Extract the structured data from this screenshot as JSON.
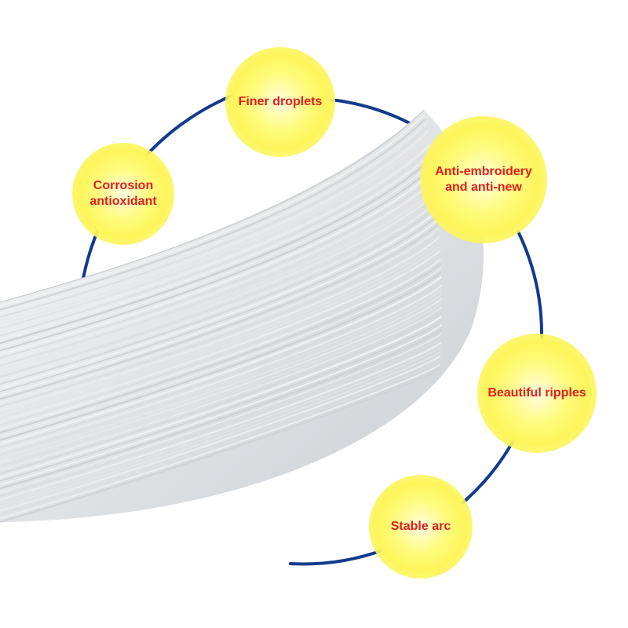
{
  "image": {
    "subject": "coil of white wire with feature callouts",
    "accent_colors": {
      "arc": "#123a8c",
      "bubble": "#fdf55a",
      "label": "#e0201d",
      "wire": "#e6e8ea"
    }
  },
  "callouts": [
    {
      "id": "finer-droplets",
      "label": "Finer droplets"
    },
    {
      "id": "corrosion-antioxidant",
      "label": "Corrosion\nantioxidant"
    },
    {
      "id": "anti-embroidery",
      "label": "Anti-embroidery\nand anti-new"
    },
    {
      "id": "beautiful-ripples",
      "label": "Beautiful ripples"
    },
    {
      "id": "stable-arc",
      "label": "Stable arc"
    }
  ]
}
